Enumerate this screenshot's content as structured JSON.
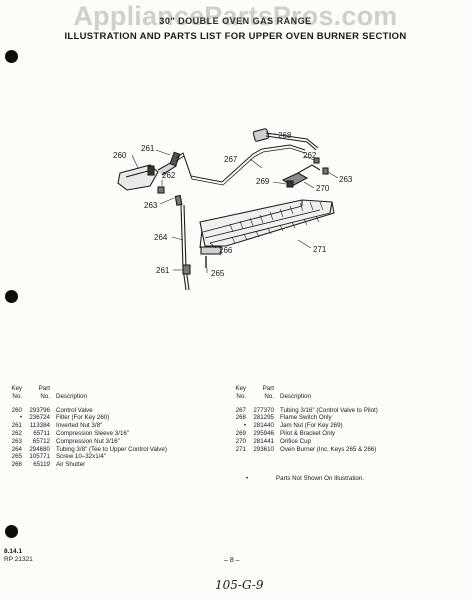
{
  "watermark": "AppliancePartsPros.com",
  "header": {
    "line1": "30\" DOUBLE OVEN GAS RANGE",
    "line2": "ILLUSTRATION AND PARTS LIST FOR UPPER OVEN BURNER SECTION"
  },
  "callouts": {
    "c260": "260",
    "c261a": "261",
    "c262a": "262",
    "c263a": "263",
    "c264": "264",
    "c261b": "261",
    "c265": "265",
    "c266": "266",
    "c267": "267",
    "c268": "268",
    "c262b": "262",
    "c269": "269",
    "c270": "270",
    "c263b": "263",
    "c271": "271"
  },
  "table_header": {
    "key1": "Key",
    "key2": "No.",
    "part1": "Part",
    "part2": "No.",
    "desc": "Description"
  },
  "parts_left": [
    {
      "key": "260",
      "part": "293796",
      "desc": "Control Valve"
    },
    {
      "key": "•",
      "part": "236724",
      "desc": "Filter (For Key 260)"
    },
    {
      "key": "261",
      "part": "113384",
      "desc": "Inverted Nut 3/8\""
    },
    {
      "key": "262",
      "part": "65711",
      "desc": "Compression Sleeve 3/16\""
    },
    {
      "key": "263",
      "part": "65712",
      "desc": "Compression Nut 3/16\""
    },
    {
      "key": "264",
      "part": "294680",
      "desc": "Tubing 3/8\" (Tee to Upper Control Valve)"
    },
    {
      "key": "265",
      "part": "105771",
      "desc": "Screw 10–32x1/4\""
    },
    {
      "key": "266",
      "part": "65119",
      "desc": "Air Shutter"
    }
  ],
  "parts_right": [
    {
      "key": "267",
      "part": "277370",
      "desc": "Tubing 3/16\" (Control Valve to Pilot)"
    },
    {
      "key": "268",
      "part": "281295",
      "desc": "Flame Switch Only"
    },
    {
      "key": "•",
      "part": "281440",
      "desc": "Jam Nut (For Key 269)"
    },
    {
      "key": "269",
      "part": "295946",
      "desc": "Pilot & Bracket Only"
    },
    {
      "key": "270",
      "part": "281441",
      "desc": "Orifice Cup"
    },
    {
      "key": "271",
      "part": "293610",
      "desc": "Oven Burner (Inc. Keys 265 & 266)"
    }
  ],
  "footnote": {
    "mark": "•",
    "text": "Parts Not Shown On Illustration."
  },
  "footer": {
    "code1": "8.14.1",
    "code2": "RP 21321",
    "page": "– 8 –",
    "handwritten": "105-G-9"
  }
}
